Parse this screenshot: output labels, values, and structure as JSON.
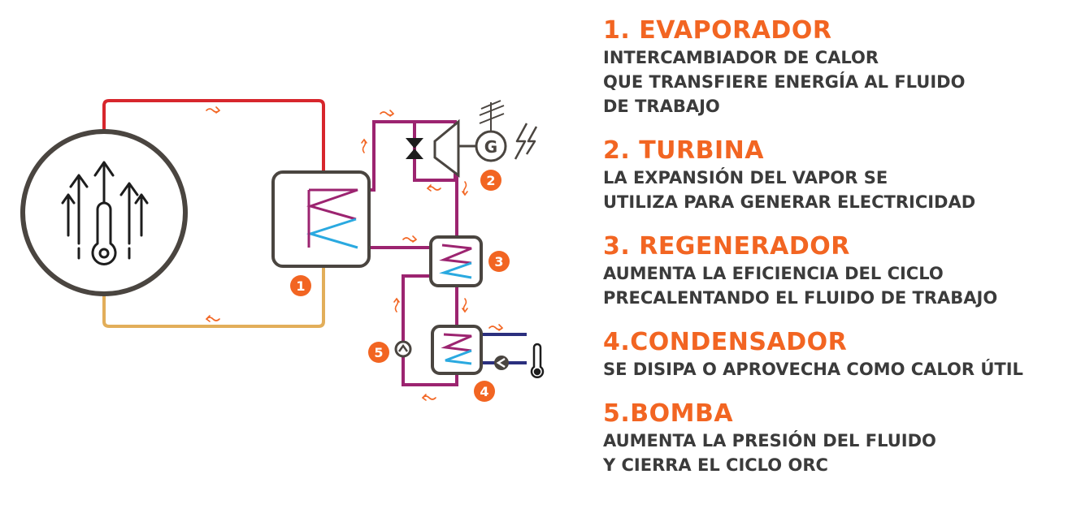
{
  "colors": {
    "accent": "#f26522",
    "text": "#3b3b3b",
    "hot_loop": "#d7262c",
    "return_loop": "#e2ae5a",
    "working_fluid": "#9c2470",
    "cold_fluid": "#2aa9e0",
    "cooling_water": "#2b2f7e",
    "outline": "#4a4540"
  },
  "icons": {
    "heat_source": "thermometer-rising-heat-icon",
    "valve": "valve-icon",
    "turbine": "turbine-icon",
    "generator": "generator-icon",
    "lightning": "lightning-bolt-icon",
    "antenna": "power-mast-icon",
    "pump": "pump-icon",
    "thermometer": "thermometer-icon"
  },
  "badges": [
    "1",
    "2",
    "3",
    "4",
    "5"
  ],
  "generator_label": "G",
  "legend": [
    {
      "title": "1. EVAPORADOR",
      "lines": [
        "INTERCAMBIADOR DE CALOR",
        "QUE TRANSFIERE ENERGÍA AL FLUIDO",
        "DE TRABAJO"
      ]
    },
    {
      "title": "2. TURBINA",
      "lines": [
        "LA EXPANSIÓN DEL VAPOR SE",
        "UTILIZA PARA GENERAR ELECTRICIDAD"
      ]
    },
    {
      "title": "3. REGENERADOR",
      "lines": [
        "AUMENTA LA EFICIENCIA DEL CICLO",
        "PRECALENTANDO EL FLUIDO DE TRABAJO"
      ]
    },
    {
      "title": "4.CONDENSADOR",
      "lines": [
        "SE DISIPA O APROVECHA COMO CALOR ÚTIL"
      ]
    },
    {
      "title": "5.BOMBA",
      "lines": [
        "AUMENTA LA PRESIÓN DEL FLUIDO",
        "Y CIERRA EL CICLO ORC"
      ]
    }
  ]
}
